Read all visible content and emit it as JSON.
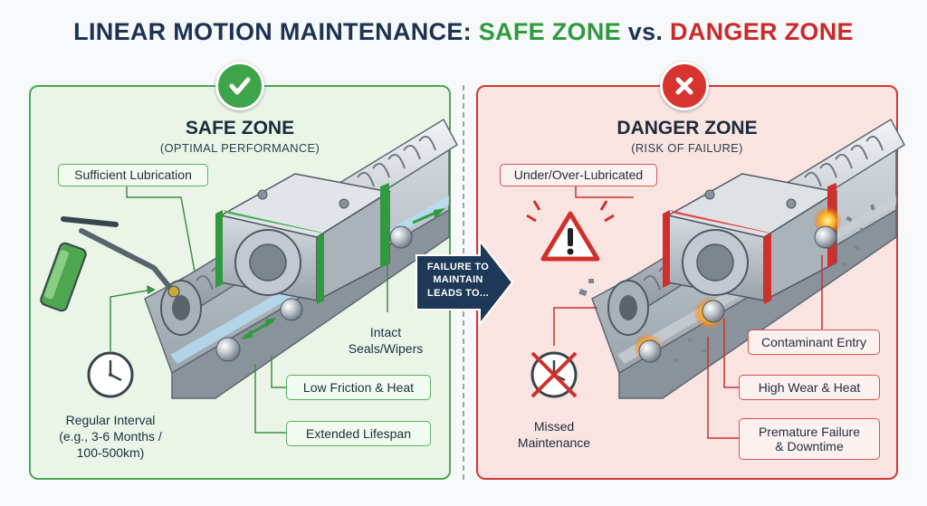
{
  "title": {
    "prefix": "LINEAR MOTION MAINTENANCE: ",
    "safe": "SAFE ZONE",
    "joiner": " vs. ",
    "danger": "DANGER ZONE"
  },
  "colors": {
    "safe_accent": "#3ea44a",
    "danger_accent": "#d8332f",
    "title_navy": "#1d3352",
    "arrow_navy": "#1e3858"
  },
  "safe_zone": {
    "heading": "SAFE ZONE",
    "subheading": "(OPTIMAL PERFORMANCE)",
    "badge_icon": "checkmark-icon",
    "labels": {
      "lubrication": "Sufficient Lubrication",
      "seals_line1": "Intact",
      "seals_line2": "Seals/Wipers",
      "friction": "Low Friction & Heat",
      "lifespan": "Extended Lifespan",
      "interval_line1": "Regular Interval",
      "interval_line2": "(e.g., 3-6 Months /",
      "interval_line3": "100-500km)"
    }
  },
  "transition": {
    "line1": "FAILURE TO",
    "line2": "MAINTAIN",
    "line3": "LEADS TO..."
  },
  "danger_zone": {
    "heading": "DANGER ZONE",
    "subheading": "(RISK OF FAILURE)",
    "badge_icon": "cross-icon",
    "labels": {
      "lubrication": "Under/Over-Lubricated",
      "contaminant": "Contaminant Entry",
      "wear": "High Wear & Heat",
      "failure_line1": "Premature Failure",
      "failure_line2": "& Downtime",
      "missed_line1": "Missed",
      "missed_line2": "Maintenance"
    }
  }
}
